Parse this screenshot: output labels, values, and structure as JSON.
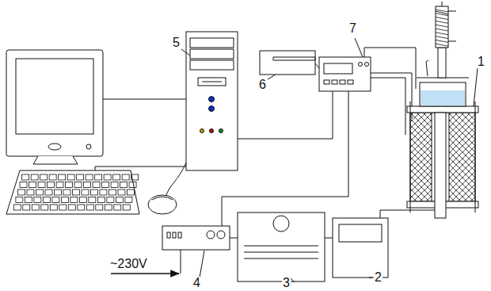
{
  "diagram": {
    "labels": [
      "7",
      "5",
      "6",
      "1",
      "~230V",
      "4",
      "3",
      "2"
    ]
  }
}
